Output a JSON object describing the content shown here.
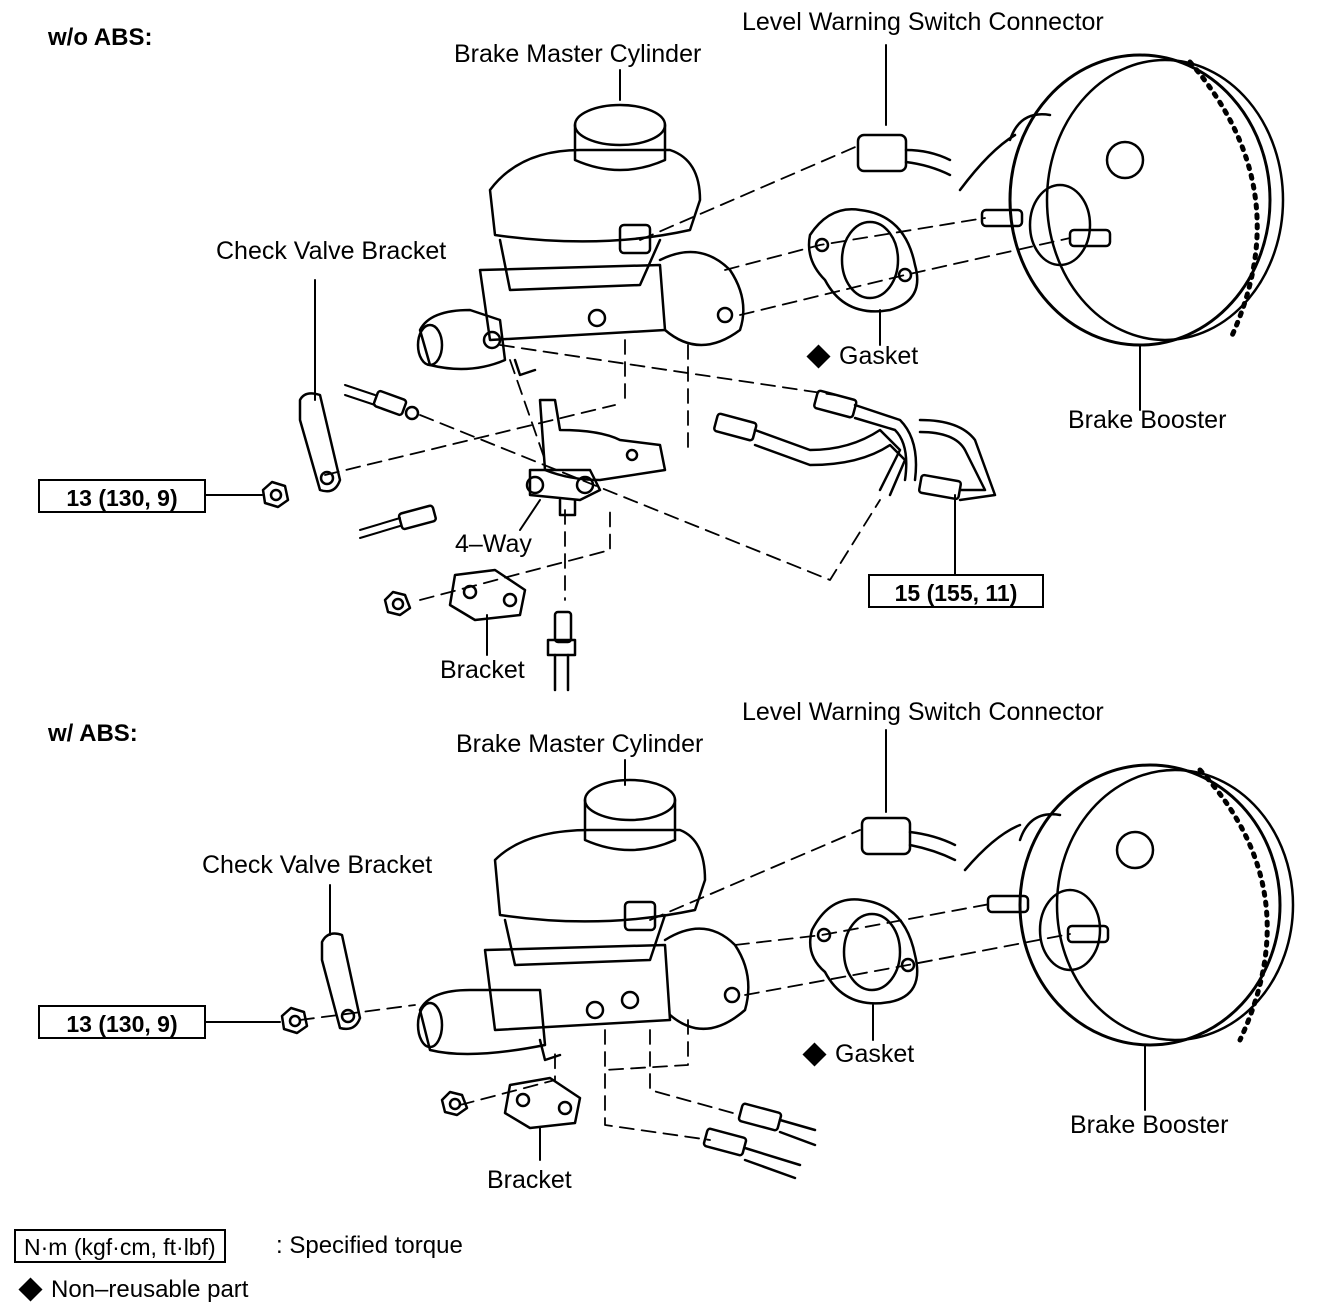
{
  "sections": [
    {
      "id": "wo-abs",
      "heading": "w/o ABS:",
      "labels": {
        "master_cylinder": "Brake Master Cylinder",
        "level_switch": "Level Warning Switch Connector",
        "check_valve": "Check Valve Bracket",
        "gasket": "Gasket",
        "booster": "Brake Booster",
        "four_way": "4–Way",
        "bracket": "Bracket"
      },
      "torques": [
        "13 (130, 9)",
        "15 (155, 11)"
      ]
    },
    {
      "id": "w-abs",
      "heading": "w/ ABS:",
      "labels": {
        "master_cylinder": "Brake Master Cylinder",
        "level_switch": "Level Warning Switch Connector",
        "check_valve": "Check Valve Bracket",
        "gasket": "Gasket",
        "booster": "Brake Booster",
        "bracket": "Bracket"
      },
      "torques": [
        "13 (130, 9)"
      ]
    }
  ],
  "legend": {
    "torque_unit": "N·m (kgf·cm, ft·lbf)",
    "torque_desc": ": Specified torque",
    "non_reusable": "Non–reusable part"
  }
}
